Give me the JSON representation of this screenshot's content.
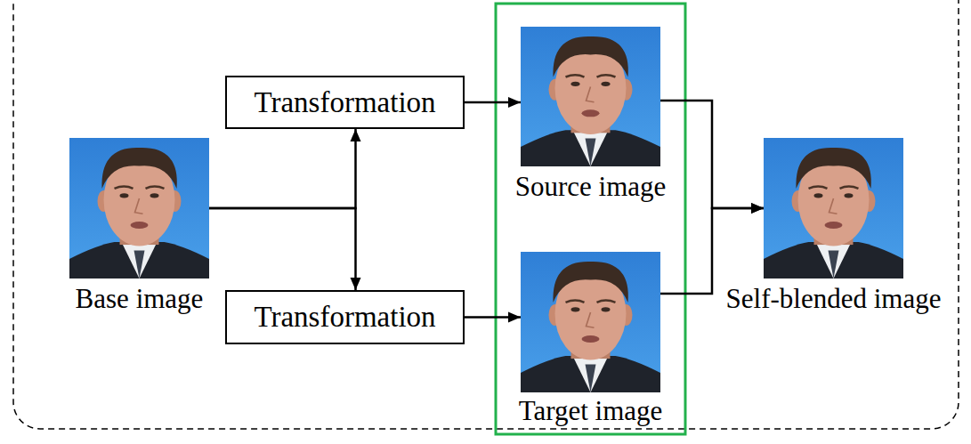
{
  "diagram": {
    "nodes": [
      {
        "text": [
          "Base image"
        ]
      },
      {
        "text": [
          "Transformation"
        ]
      },
      {
        "text": [
          "Transformation"
        ]
      },
      {
        "text": [
          "Source image"
        ]
      },
      {
        "text": [
          "Target image"
        ]
      },
      {
        "text": [
          "Self-blended image"
        ]
      }
    ],
    "edges": [
      {
        "from": 0,
        "to": 1,
        "arrow": "to"
      },
      {
        "from": 0,
        "to": 2,
        "arrow": "to"
      },
      {
        "from": 1,
        "to": 3,
        "arrow": "to"
      },
      {
        "from": 2,
        "to": 4,
        "arrow": "to"
      },
      {
        "from": 3,
        "to": 5,
        "arrow": "to"
      },
      {
        "from": 4,
        "to": 5,
        "arrow": "to"
      }
    ]
  }
}
